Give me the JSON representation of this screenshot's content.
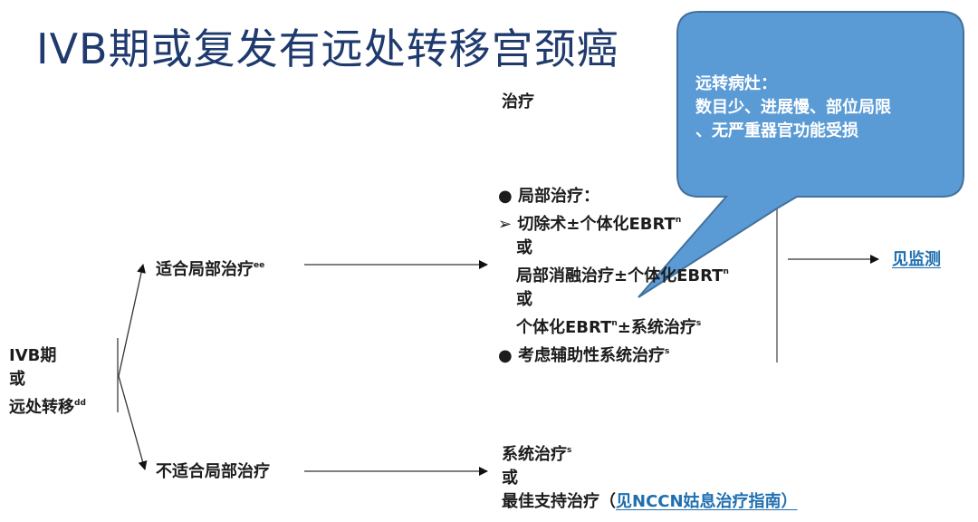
{
  "title": "IVB期或复发有远处转移宫颈癌",
  "header": {
    "treatment_col": "治疗"
  },
  "entry": {
    "line1": "IVB期",
    "line2": "或",
    "line3": "远处转移",
    "line3_sup": "dd"
  },
  "branch_top": {
    "label": "适合局部治疗",
    "sup": "ee"
  },
  "branch_bottom": {
    "label": "不适合局部治疗"
  },
  "local_treatment": {
    "bullet1": "局部治疗：",
    "sub1": "切除术±个体化EBRT",
    "sub1_sup": "n",
    "or1": "或",
    "sub2": "局部消融治疗±个体化EBRT",
    "sub2_sup": "n",
    "or2": "或",
    "sub3_a": "个体化EBRT",
    "sub3_a_sup": "n",
    "sub3_b": "±系统治疗",
    "sub3_b_sup": "s",
    "bullet2": "考虑辅助性系统治疗",
    "bullet2_sup": "s"
  },
  "monitor_link": "见监测",
  "systemic": {
    "line1": "系统治疗",
    "line1_sup": "s",
    "line2": "或",
    "line3": "最佳支持治疗（",
    "line3_link": "见NCCN姑息治疗指南）"
  },
  "callout": {
    "line1": "远转病灶：",
    "line2": "数目少、进展慢、部位局限",
    "line3": "、无严重器官功能受损",
    "fill": "#5b9bd5",
    "stroke": "#41719c"
  },
  "colors": {
    "title": "#1f3a6e",
    "link": "#1f6fb0",
    "line": "#333333"
  }
}
